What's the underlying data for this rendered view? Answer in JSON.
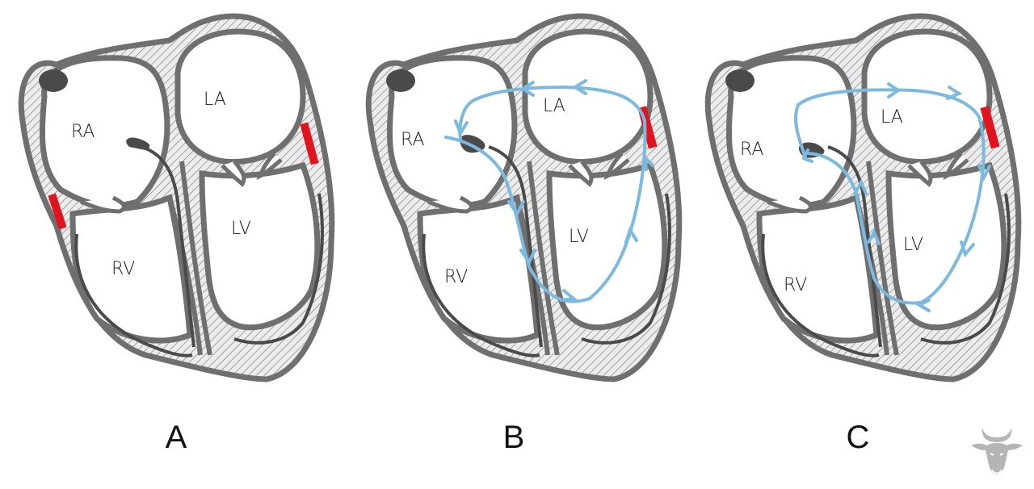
{
  "figure": {
    "panels": [
      {
        "id": "A",
        "label": "A",
        "chambers": {
          "ra": "RA",
          "la": "LA",
          "rv": "RV",
          "lv": "LV"
        },
        "accessory_pathways": [
          "right-lateral",
          "left-lateral"
        ],
        "conduction_path": "none"
      },
      {
        "id": "B",
        "label": "B",
        "chambers": {
          "ra": "RA",
          "la": "LA",
          "rv": "RV",
          "lv": "LV"
        },
        "accessory_pathways": [
          "left-lateral"
        ],
        "conduction_path": "orthodromic: AV node -> His/LV -> accessory pathway -> atria"
      },
      {
        "id": "C",
        "label": "C",
        "chambers": {
          "ra": "RA",
          "la": "LA",
          "rv": "RV",
          "lv": "LV"
        },
        "accessory_pathways": [
          "left-lateral"
        ],
        "conduction_path": "antidromic: atria -> accessory pathway -> LV -> bundle -> AV node"
      }
    ],
    "colors": {
      "wall": "#6f6f6f",
      "wall_fill": "#d9d9d9",
      "node": "#4a4a4a",
      "accessory_pathway": "#e0141e",
      "conduction_arrow": "#7cb9de",
      "logo": "#b5b5b5"
    },
    "logo": {
      "icon": "bull-head-icon"
    }
  }
}
